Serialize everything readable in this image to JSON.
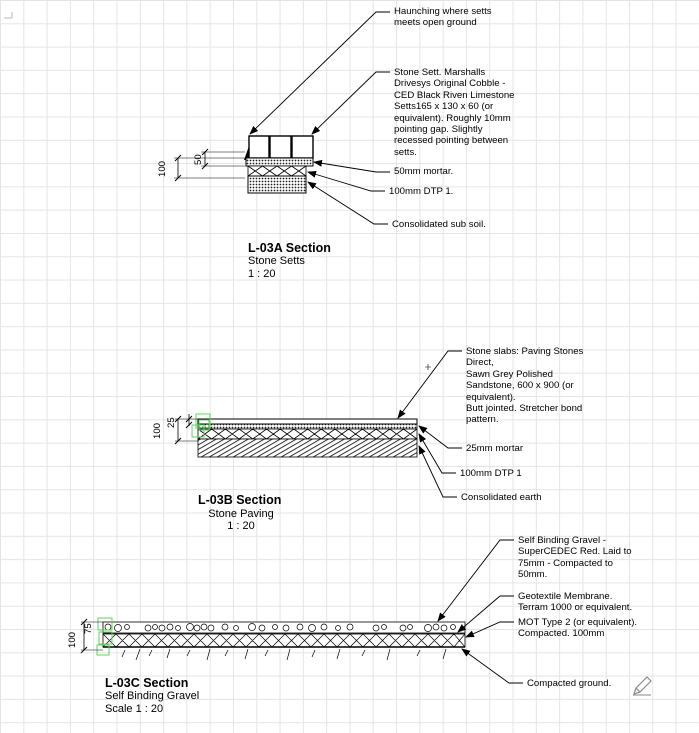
{
  "sections": {
    "a": {
      "title": "L-03A Section",
      "subtitle": "Stone Setts",
      "scale": "1 : 20",
      "dim_total": "100",
      "dim_top": "50",
      "callouts": [
        "Haunching where setts\nmeets open ground",
        "Stone Sett. Marshalls\nDrivesys Original Cobble -\nCED Black Riven Limestone\nSetts165 x 130 x 60 (or\nequivalent). Roughly 10mm\npointing gap. Slightly\nrecessed pointing between\nsetts.",
        "50mm mortar.",
        "100mm DTP 1.",
        "Consolidated sub soil."
      ]
    },
    "b": {
      "title": "L-03B Section",
      "subtitle": "Stone Paving",
      "scale": "1 : 20",
      "dim_total": "100",
      "dim_top": "25",
      "callouts": [
        "Stone slabs: Paving Stones\nDirect,\nSawn Grey Polished\nSandstone, 600 x 900 (or\nequivalent).\nButt jointed. Stretcher bond\npattern.",
        "25mm mortar",
        "100mm DTP 1",
        "Consolidated earth"
      ]
    },
    "c": {
      "title": "L-03C Section",
      "subtitle": "Self Binding Gravel",
      "scale": "Scale 1 : 20",
      "dim_total": "100",
      "dim_top": "75",
      "callouts": [
        "Self Binding Gravel -\nSuperCEDEC Red. Laid to\n75mm - Compacted to\n50mm.",
        "Geotextile Membrane.\nTerram 1000 or equivalent.",
        "MOT Type 2 (or equivalent).\nCompacted. 100mm",
        "Compacted ground."
      ]
    }
  },
  "icons": {
    "edit": "pencil-icon"
  }
}
